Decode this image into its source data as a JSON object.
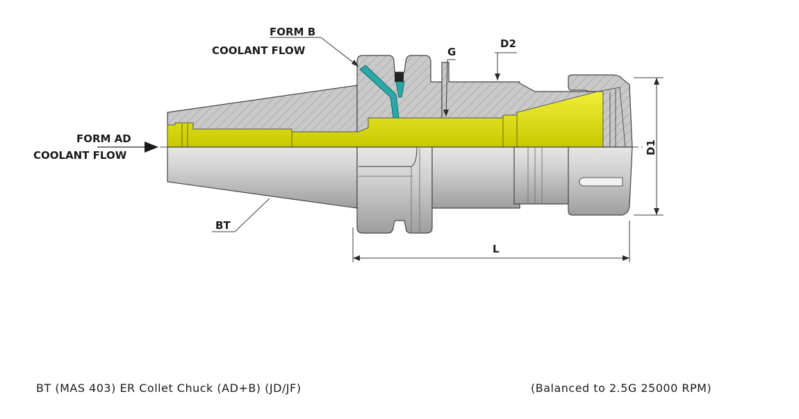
{
  "labels": {
    "form_b_line1": "FORM B",
    "form_b_line2": "COOLANT FLOW",
    "g": "G",
    "d2": "D2",
    "form_ad_line1": "FORM AD",
    "form_ad_line2": "COOLANT FLOW",
    "d1": "D1",
    "bt": "BT",
    "l": "L"
  },
  "caption": {
    "left": "BT (MAS 403) ER Collet Chuck (AD+B) (JD/JF)",
    "right": "(Balanced to 2.5G 25000 RPM)"
  },
  "colors": {
    "body_top": "#c8c8c8",
    "body_bottom": "#c4c4c4",
    "coolant_channel": "#d8dc00",
    "form_b_channel": "#2aa8a8",
    "line": "#3a3a3a"
  }
}
